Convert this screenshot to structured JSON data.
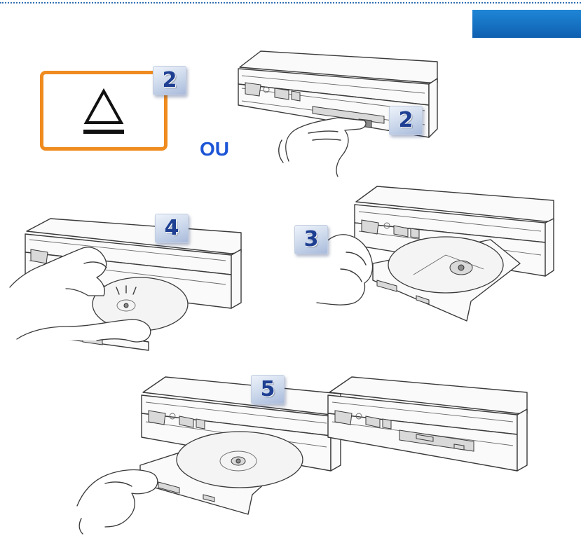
{
  "header": {
    "accent_color": "#1a73c8",
    "rule_color": "#2f6fb1"
  },
  "eject_box": {
    "icon": "eject-icon",
    "border_color": "#ef8b1f"
  },
  "steps": {
    "step_a": "2",
    "step_b": "2",
    "step_c": "4",
    "step_d": "3",
    "step_e": "5"
  },
  "separator": {
    "text": "OU",
    "color": "#1d55d6"
  }
}
